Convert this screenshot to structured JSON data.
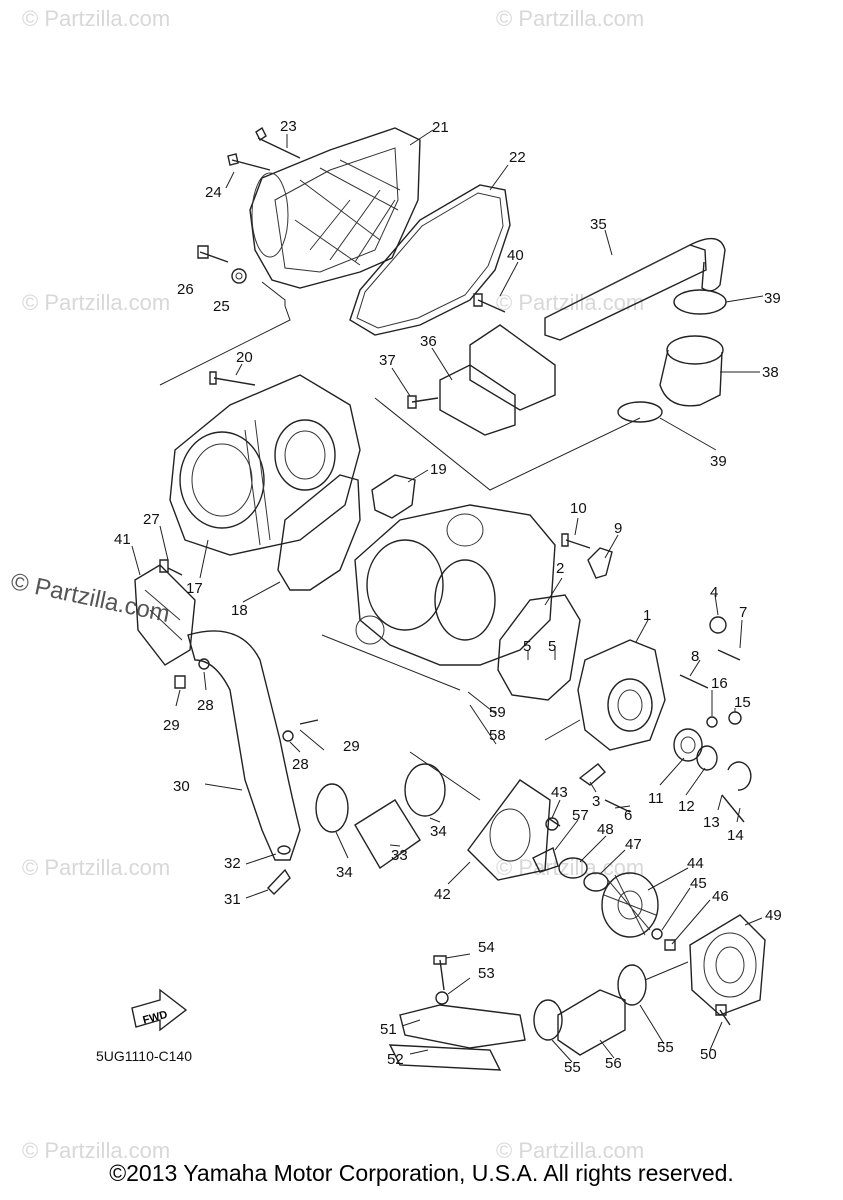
{
  "watermark": "© Partzilla.com",
  "diagram_code": "5UG1110-C140",
  "fwd_label": "FWD",
  "copyright": "©2013 Yamaha Motor Corporation, U.S.A. All rights reserved.",
  "callouts": [
    "1",
    "2",
    "3",
    "4",
    "5",
    "5",
    "6",
    "7",
    "8",
    "9",
    "10",
    "11",
    "12",
    "13",
    "14",
    "15",
    "16",
    "17",
    "18",
    "19",
    "20",
    "21",
    "22",
    "23",
    "24",
    "25",
    "26",
    "27",
    "28",
    "28",
    "29",
    "29",
    "30",
    "31",
    "32",
    "33",
    "34",
    "34",
    "35",
    "36",
    "37",
    "38",
    "39",
    "39",
    "40",
    "41",
    "42",
    "43",
    "44",
    "45",
    "46",
    "47",
    "48",
    "49",
    "50",
    "51",
    "52",
    "53",
    "54",
    "55",
    "55",
    "56",
    "57",
    "58",
    "59"
  ]
}
